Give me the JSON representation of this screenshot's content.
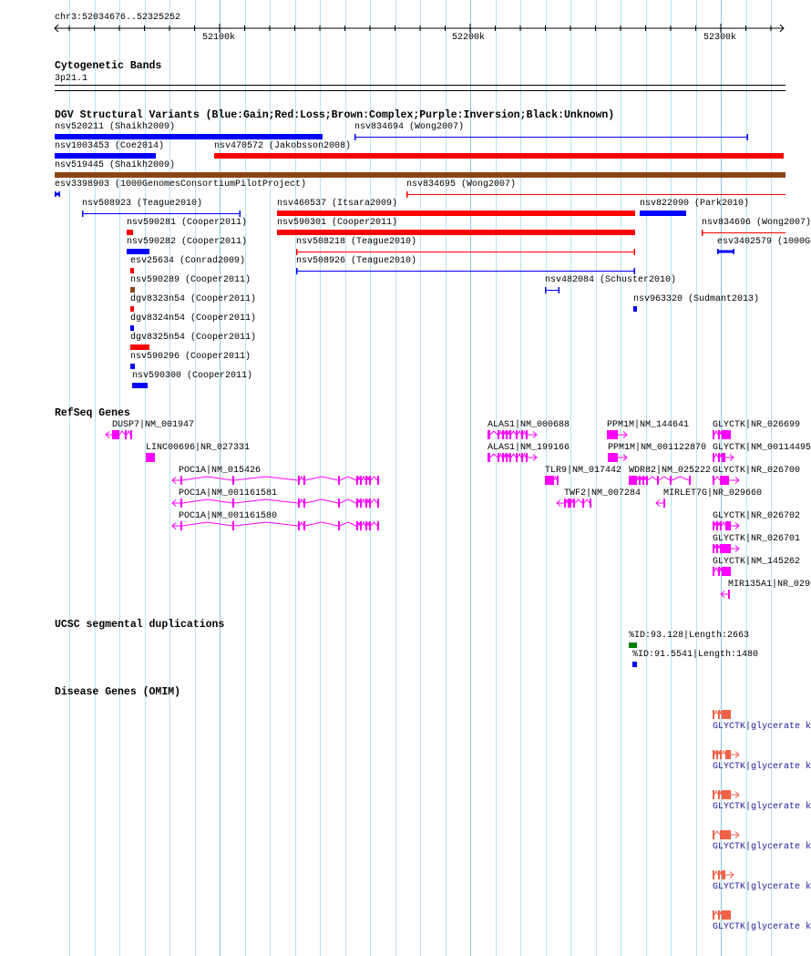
{
  "ruler": {
    "location": "chr3:52034676..52325252",
    "ticks": [
      "52100k",
      "52200k",
      "52300k"
    ]
  },
  "colors": {
    "gain": "#0000ff",
    "loss": "#ff0000",
    "complex": "#8b4513",
    "gene": "#ff00ff",
    "segdup_high": "#008000",
    "segdup_low": "#0000ff",
    "omim": "#f26248"
  },
  "cytoband": {
    "title": "Cytogenetic Bands",
    "band": "3p21.1"
  },
  "dgv": {
    "title": "DGV Structural Variants (Blue:Gain;Red:Loss;Brown:Complex;Purple:Inversion;Black:Unknown)",
    "items": [
      {
        "label": "nsv520211 (Shaikh2009)",
        "type": "gain"
      },
      {
        "label": "nsv834694 (Wong2007)",
        "type": "gain"
      },
      {
        "label": "nsv1003453 (Coe2014)",
        "type": "gain"
      },
      {
        "label": "nsv470572 (Jakobsson2008)",
        "type": "loss"
      },
      {
        "label": "nsv519445 (Shaikh2009)",
        "type": "complex"
      },
      {
        "label": "esv3398903 (1000GenomesConsortiumPilotProject)",
        "type": "gain"
      },
      {
        "label": "nsv834695 (Wong2007)",
        "type": "loss"
      },
      {
        "label": "nsv508923 (Teague2010)",
        "type": "gain"
      },
      {
        "label": "nsv460537 (Itsara2009)",
        "type": "loss"
      },
      {
        "label": "nsv822090 (Park2010)",
        "type": "gain"
      },
      {
        "label": "nsv590281 (Cooper2011)",
        "type": "loss"
      },
      {
        "label": "nsv590301 (Cooper2011)",
        "type": "loss"
      },
      {
        "label": "nsv834696 (Wong2007)",
        "type": "loss"
      },
      {
        "label": "nsv590282 (Cooper2011)",
        "type": "gain"
      },
      {
        "label": "nsv508218 (Teague2010)",
        "type": "loss"
      },
      {
        "label": "esv3402579 (1000Ge",
        "type": "gain"
      },
      {
        "label": "esv25634 (Conrad2009)",
        "type": "loss"
      },
      {
        "label": "nsv508926 (Teague2010)",
        "type": "gain"
      },
      {
        "label": "nsv590289 (Cooper2011)",
        "type": "complex"
      },
      {
        "label": "nsv482084 (Schuster2010)",
        "type": "gain"
      },
      {
        "label": "dgv8323n54 (Cooper2011)",
        "type": "loss"
      },
      {
        "label": "nsv963320 (Sudmant2013)",
        "type": "gain"
      },
      {
        "label": "dgv8324n54 (Cooper2011)",
        "type": "gain"
      },
      {
        "label": "dgv8325n54 (Cooper2011)",
        "type": "loss"
      },
      {
        "label": "nsv590296 (Cooper2011)",
        "type": "gain"
      },
      {
        "label": "nsv590300 (Cooper2011)",
        "type": "gain"
      }
    ]
  },
  "refseq": {
    "title": "RefSeq Genes",
    "genes": [
      {
        "label": "DUSP7|NM_001947",
        "strand": "-"
      },
      {
        "label": "ALAS1|NM_000688",
        "strand": "+"
      },
      {
        "label": "PPM1M|NM_144641",
        "strand": "+"
      },
      {
        "label": "GLYCTK|NR_026699",
        "strand": "+"
      },
      {
        "label": "LINC00696|NR_027331",
        "strand": "+"
      },
      {
        "label": "ALAS1|NM_199166",
        "strand": "+"
      },
      {
        "label": "PPM1M|NM_001122870",
        "strand": "+"
      },
      {
        "label": "GLYCTK|NM_00114495",
        "strand": "+"
      },
      {
        "label": "POC1A|NM_015426",
        "strand": "-"
      },
      {
        "label": "TLR9|NM_017442",
        "strand": "+"
      },
      {
        "label": "WDR82|NM_025222",
        "strand": "+"
      },
      {
        "label": "GLYCTK|NR_026700",
        "strand": "+"
      },
      {
        "label": "POC1A|NM_001161581",
        "strand": "-"
      },
      {
        "label": "TWF2|NM_007284",
        "strand": "-"
      },
      {
        "label": "MIRLET7G|NR_029660",
        "strand": "-"
      },
      {
        "label": "POC1A|NM_001161580",
        "strand": "-"
      },
      {
        "label": "GLYCTK|NR_026702",
        "strand": "+"
      },
      {
        "label": "GLYCTK|NR_026701",
        "strand": "+"
      },
      {
        "label": "GLYCTK|NM_145262",
        "strand": "+"
      },
      {
        "label": "MIR135A1|NR_0290",
        "strand": "-"
      }
    ]
  },
  "segdup": {
    "title": "UCSC segmental duplications",
    "items": [
      {
        "label": "%ID:93.128|Length:2663"
      },
      {
        "label": "%ID:91.5541|Length:1480"
      }
    ]
  },
  "omim": {
    "title": "Disease Genes (OMIM)",
    "items": [
      {
        "label": "GLYCTK|glycerate k"
      },
      {
        "label": "GLYCTK|glycerate k"
      },
      {
        "label": "GLYCTK|glycerate k"
      },
      {
        "label": "GLYCTK|glycerate k"
      },
      {
        "label": "GLYCTK|glycerate k"
      },
      {
        "label": "GLYCTK|glycerate k"
      }
    ]
  }
}
